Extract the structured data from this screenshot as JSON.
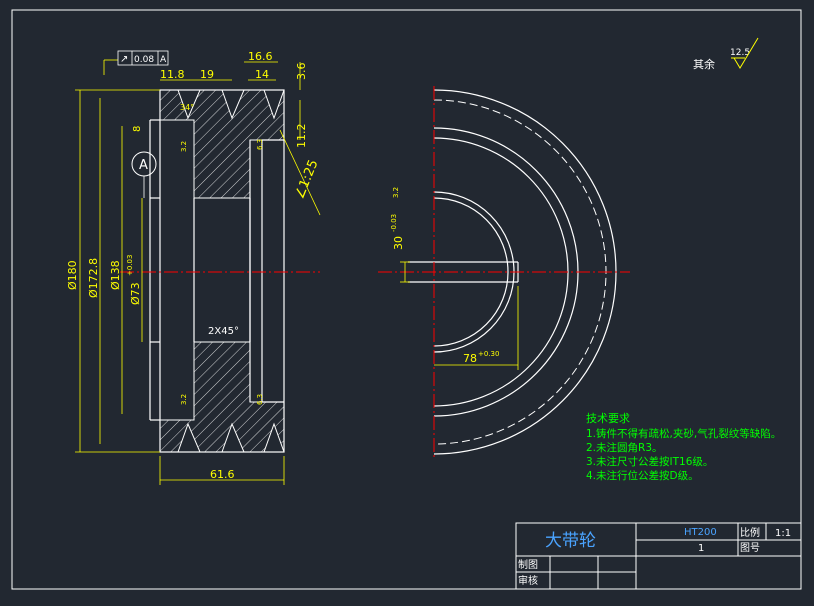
{
  "colors": {
    "background": "#222831",
    "frame": "#ffffff",
    "geometry": "#ffffff",
    "dimension": "#ffff00",
    "centerline": "#ff0000",
    "notes": "#00ff00",
    "titleblock": "#4aa3ff"
  },
  "surface_finish": {
    "others_label": "其余",
    "value": "12.5"
  },
  "datum": {
    "label": "A"
  },
  "tolerance_frame": {
    "symbol": "↗",
    "value": "0.08",
    "datum_ref": "A"
  },
  "dimensions": {
    "top_11_8": "11.8",
    "top_19": "19",
    "top_16_6": "16.6",
    "top_14": "14",
    "right_3_6": "3.6",
    "right_11_2": "11.2",
    "right_taper": "∠1:25",
    "left_8": "8",
    "dia_180": "Ø180",
    "dia_172_8": "Ø172.8",
    "dia_138": "Ø138",
    "dia_73": "Ø73",
    "dia_73_tol": "+0.03",
    "angle_34": "34°",
    "chamfer": "2X45°",
    "width_61_6": "61.6",
    "keyway_width": "30",
    "keyway_width_tol": "-0.03",
    "keyway_depth": "78",
    "keyway_depth_tol": "+0.30",
    "roughness_3_2": "3.2",
    "roughness_6_3": "6.3"
  },
  "technical_requirements": {
    "title": "技术要求",
    "items": [
      "1.铸件不得有疏松,夹砂,气孔裂纹等缺陷。",
      "2.未注圆角R3。",
      "3.未注尺寸公差按IT16级。",
      "4.未注行位公差按D级。"
    ]
  },
  "title_block": {
    "part_name": "大带轮",
    "material": "HT200",
    "scale_label": "比例",
    "scale_value": "1:1",
    "quantity": "1",
    "drawing_no_label": "图号",
    "drawn_label": "制图",
    "checked_label": "审核"
  }
}
